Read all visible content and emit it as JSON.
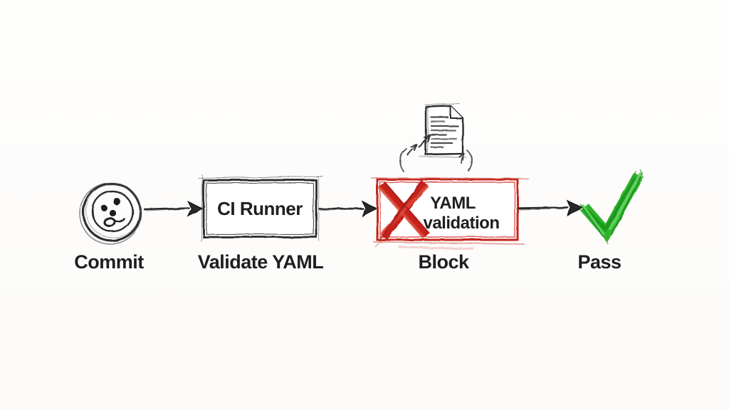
{
  "diagram": {
    "nodes": {
      "commit": {
        "label": "Commit"
      },
      "ci_runner": {
        "title": "CI Runner",
        "label": "Validate YAML"
      },
      "yaml_validation": {
        "title_line1": "YAML",
        "title_line2": "validation",
        "label": "Block"
      },
      "pass": {
        "label": "Pass"
      }
    },
    "icons": {
      "commit": "commit-circle-icon",
      "document": "document-icon",
      "reject": "x-mark-icon",
      "approve": "checkmark-icon",
      "connector": "arrow-right-icon"
    },
    "colors": {
      "ink": "#2b2b2b",
      "reject_red": "#c5271f",
      "pass_green": "#2db22c",
      "paper": "#fdfdfc"
    }
  }
}
